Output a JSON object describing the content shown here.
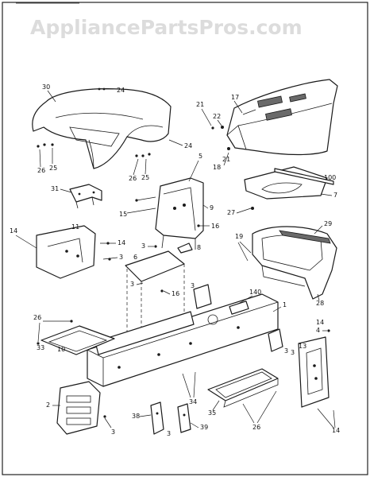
{
  "watermark": "AppliancePartsPros.com",
  "parts": {
    "hood": {
      "label": "17",
      "screws": [
        "22",
        "21",
        "21",
        "18"
      ]
    },
    "seat_pan": {
      "label": "30",
      "hardware": [
        "24",
        "26",
        "25",
        "26",
        "25",
        "24"
      ]
    },
    "bracket_31": {
      "label": "31"
    },
    "console": {
      "label": "9",
      "hardware": [
        "5",
        "15",
        "16",
        "8",
        "6",
        "3",
        "3",
        "16"
      ]
    },
    "hood_pan": {
      "label": "7",
      "hardware": [
        "100",
        "27"
      ]
    },
    "grille": {
      "label": "28",
      "hardware": [
        "19",
        "29"
      ]
    },
    "left_side_panel": {
      "label": "11",
      "hardware": [
        "14",
        "14",
        "3"
      ]
    },
    "frame": {
      "label": "1",
      "hardware": [
        "140",
        "3",
        "3"
      ]
    },
    "left_footrest": {
      "label": "33",
      "hardware": [
        "26",
        "10"
      ]
    },
    "right_side_panel": {
      "label": "13",
      "hardware": [
        "14",
        "4",
        "3",
        "14"
      ]
    },
    "rear_plate": {
      "label": "2",
      "hardware": [
        "3"
      ]
    },
    "right_footrest": {
      "label": "35",
      "hardware": [
        "34",
        "26"
      ]
    },
    "brackets": {
      "labels": [
        "38",
        "3",
        "39"
      ]
    }
  }
}
